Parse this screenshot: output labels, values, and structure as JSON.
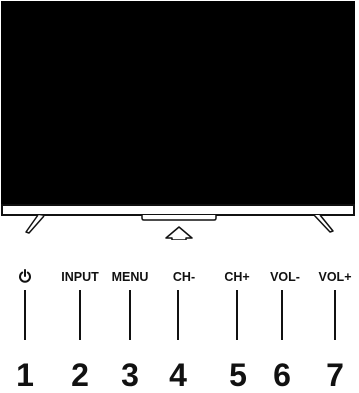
{
  "diagram": {
    "buttons": [
      {
        "id": "power",
        "label": "",
        "icon": "power-icon",
        "number": "1"
      },
      {
        "id": "input",
        "label": "INPUT",
        "number": "2"
      },
      {
        "id": "menu",
        "label": "MENU",
        "number": "3"
      },
      {
        "id": "ch-down",
        "label": "CH-",
        "number": "4"
      },
      {
        "id": "ch-up",
        "label": "CH+",
        "number": "5"
      },
      {
        "id": "vol-down",
        "label": "VOL-",
        "number": "6"
      },
      {
        "id": "vol-up",
        "label": "VOL+",
        "number": "7"
      }
    ],
    "pointer_icon": "up-arrow-icon",
    "colors": {
      "screen": "#000000",
      "outline": "#111111",
      "background": "#ffffff"
    }
  }
}
